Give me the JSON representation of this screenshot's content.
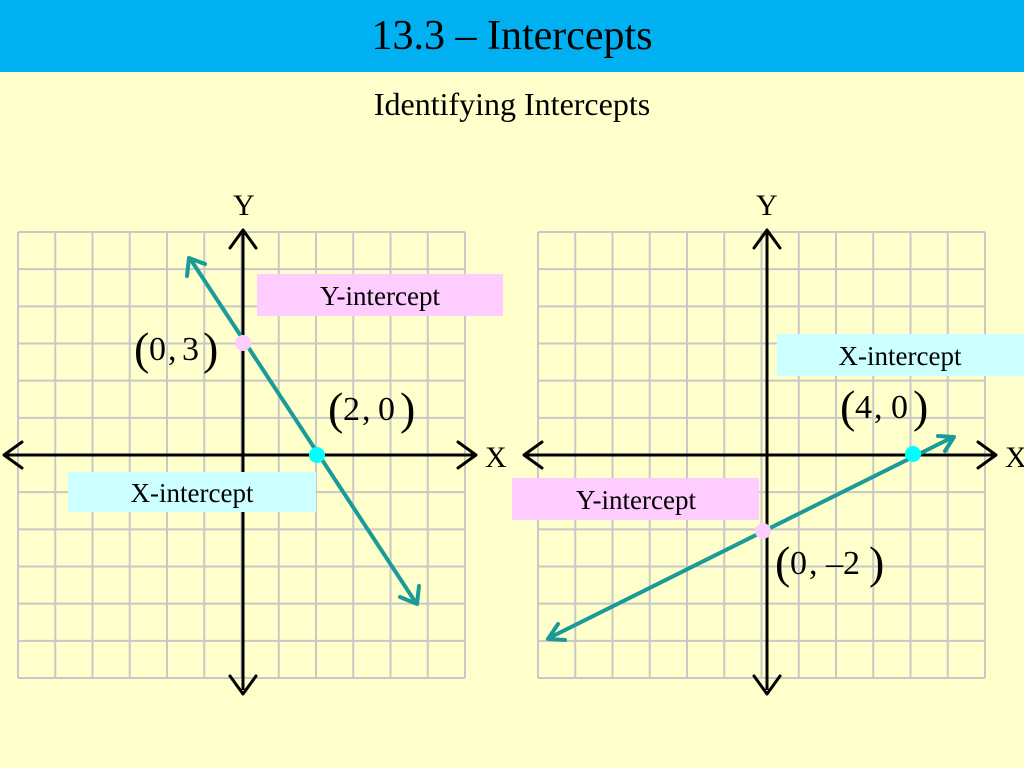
{
  "title": "13.3 – Intercepts",
  "subtitle": "Identifying Intercepts",
  "colors": {
    "title_bar": "#00B0F0",
    "background": "#FFFFCC",
    "line": "#1B9B98",
    "y_intercept_label": "#FFCCFF",
    "x_intercept_label": "#CCFFFF",
    "y_intercept_point": "#FFCCFF",
    "x_intercept_point": "#00FFFF"
  },
  "graphs": [
    {
      "x_axis_label": "X",
      "y_axis_label": "Y",
      "line_through": [
        [
          0,
          3
        ],
        [
          2,
          0
        ]
      ],
      "y_intercept": {
        "label": "Y-intercept",
        "coord": [
          "0",
          "3"
        ]
      },
      "x_intercept": {
        "label": "X-intercept",
        "coord": [
          "2",
          "0"
        ]
      }
    },
    {
      "x_axis_label": "X",
      "y_axis_label": "Y",
      "line_through": [
        [
          0,
          -2
        ],
        [
          4,
          0
        ]
      ],
      "y_intercept": {
        "label": "Y-intercept",
        "coord": [
          "0",
          "–2"
        ]
      },
      "x_intercept": {
        "label": "X-intercept",
        "coord": [
          "4",
          "0"
        ]
      }
    }
  ]
}
